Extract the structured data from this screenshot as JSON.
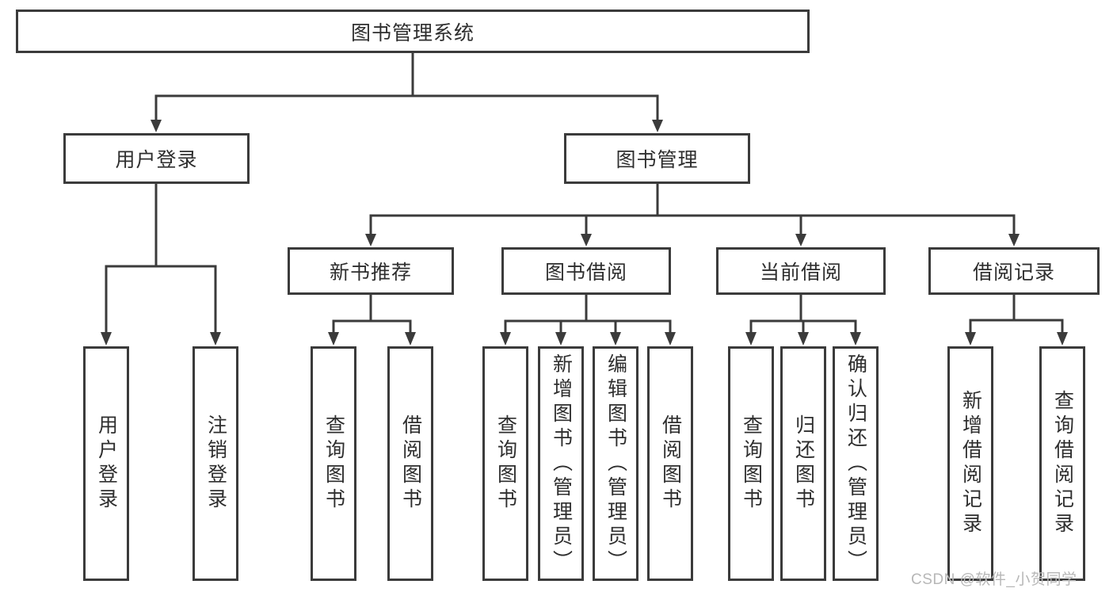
{
  "diagram": {
    "root": {
      "label": "图书管理系统"
    },
    "level2": [
      {
        "id": "user-login",
        "label": "用户登录"
      },
      {
        "id": "book-management",
        "label": "图书管理"
      }
    ],
    "level3": [
      {
        "id": "new-book-recommend",
        "label": "新书推荐"
      },
      {
        "id": "book-borrowing",
        "label": "图书借阅"
      },
      {
        "id": "current-borrowing",
        "label": "当前借阅"
      },
      {
        "id": "borrowing-records",
        "label": "借阅记录"
      }
    ],
    "leaves": [
      {
        "parent": "user-login",
        "label": "用户登录"
      },
      {
        "parent": "user-login",
        "label": "注销登录"
      },
      {
        "parent": "new-book-recommend",
        "label": "查询图书"
      },
      {
        "parent": "new-book-recommend",
        "label": "借阅图书"
      },
      {
        "parent": "book-borrowing",
        "label": "查询图书"
      },
      {
        "parent": "book-borrowing",
        "label": "新增图书（管理员）"
      },
      {
        "parent": "book-borrowing",
        "label": "编辑图书（管理员）"
      },
      {
        "parent": "book-borrowing",
        "label": "借阅图书"
      },
      {
        "parent": "current-borrowing",
        "label": "查询图书"
      },
      {
        "parent": "current-borrowing",
        "label": "归还图书"
      },
      {
        "parent": "current-borrowing",
        "label": "确认归还（管理员）"
      },
      {
        "parent": "borrowing-records",
        "label": "新增借阅记录"
      },
      {
        "parent": "borrowing-records",
        "label": "查询借阅记录"
      }
    ]
  },
  "watermark": {
    "text": "CSDN @软件_小贺同学"
  },
  "colors": {
    "line": "#3b3b3b",
    "box_border": "#3b3b3b",
    "text": "#2e2e2e",
    "background": "#ffffff",
    "watermark": "#b7b7b7"
  }
}
